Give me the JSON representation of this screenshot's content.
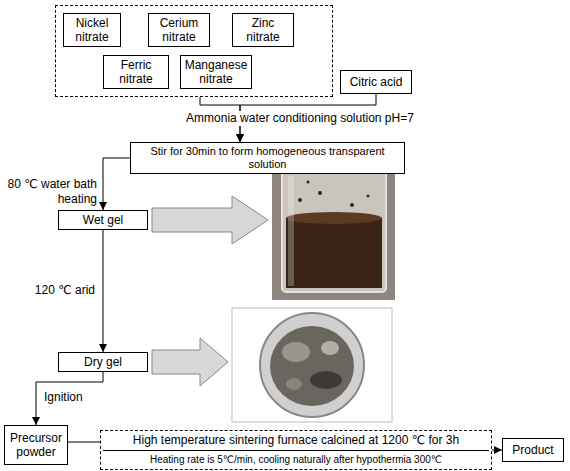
{
  "diagram": {
    "nodes": [
      {
        "text": []
      },
      {
        "text": [
          "Nickel nitrate"
        ],
        "in": 0
      },
      {
        "text": [
          "Cerium nitrate"
        ],
        "in": 0
      },
      {
        "text": [
          "Zinc nitrate"
        ],
        "in": 0
      },
      {
        "text": [
          "Ferric nitrate"
        ],
        "in": 0
      },
      {
        "text": [
          "Manganese nitrate"
        ],
        "in": 0
      },
      {
        "text": [
          "Citric acid"
        ]
      },
      {
        "text": [
          "Stir for 30min to form homogeneous transparent solution"
        ]
      },
      {
        "text": [
          "Wet gel"
        ]
      },
      {
        "text": [
          "Dry gel"
        ]
      },
      {
        "text": [
          "Precursor powder"
        ]
      },
      {
        "text": [
          "High temperature sintering furnace calcined at 1200 ℃ for 3h",
          "Heating rate is 5℃/min, cooling naturally after hypothermia 300℃"
        ]
      },
      {
        "text": [
          "Product"
        ]
      }
    ],
    "edges": [
      {
        "from": 0,
        "to": 7,
        "arrow": "to",
        "label": "Ammonia water conditioning solution pH=7"
      },
      {
        "from": 6,
        "to": 7,
        "arrow": "to"
      },
      {
        "from": 7,
        "to": 8,
        "arrow": "to",
        "label": "80 ℃ water bath heating"
      },
      {
        "from": 8,
        "to": 9,
        "arrow": "to",
        "label": "120 ℃ arid"
      },
      {
        "from": 9,
        "to": 10,
        "arrow": "to",
        "label": "Ignition"
      },
      {
        "from": 10,
        "to": 11,
        "arrow": "none"
      },
      {
        "from": 11,
        "to": 12,
        "arrow": "to"
      }
    ]
  }
}
